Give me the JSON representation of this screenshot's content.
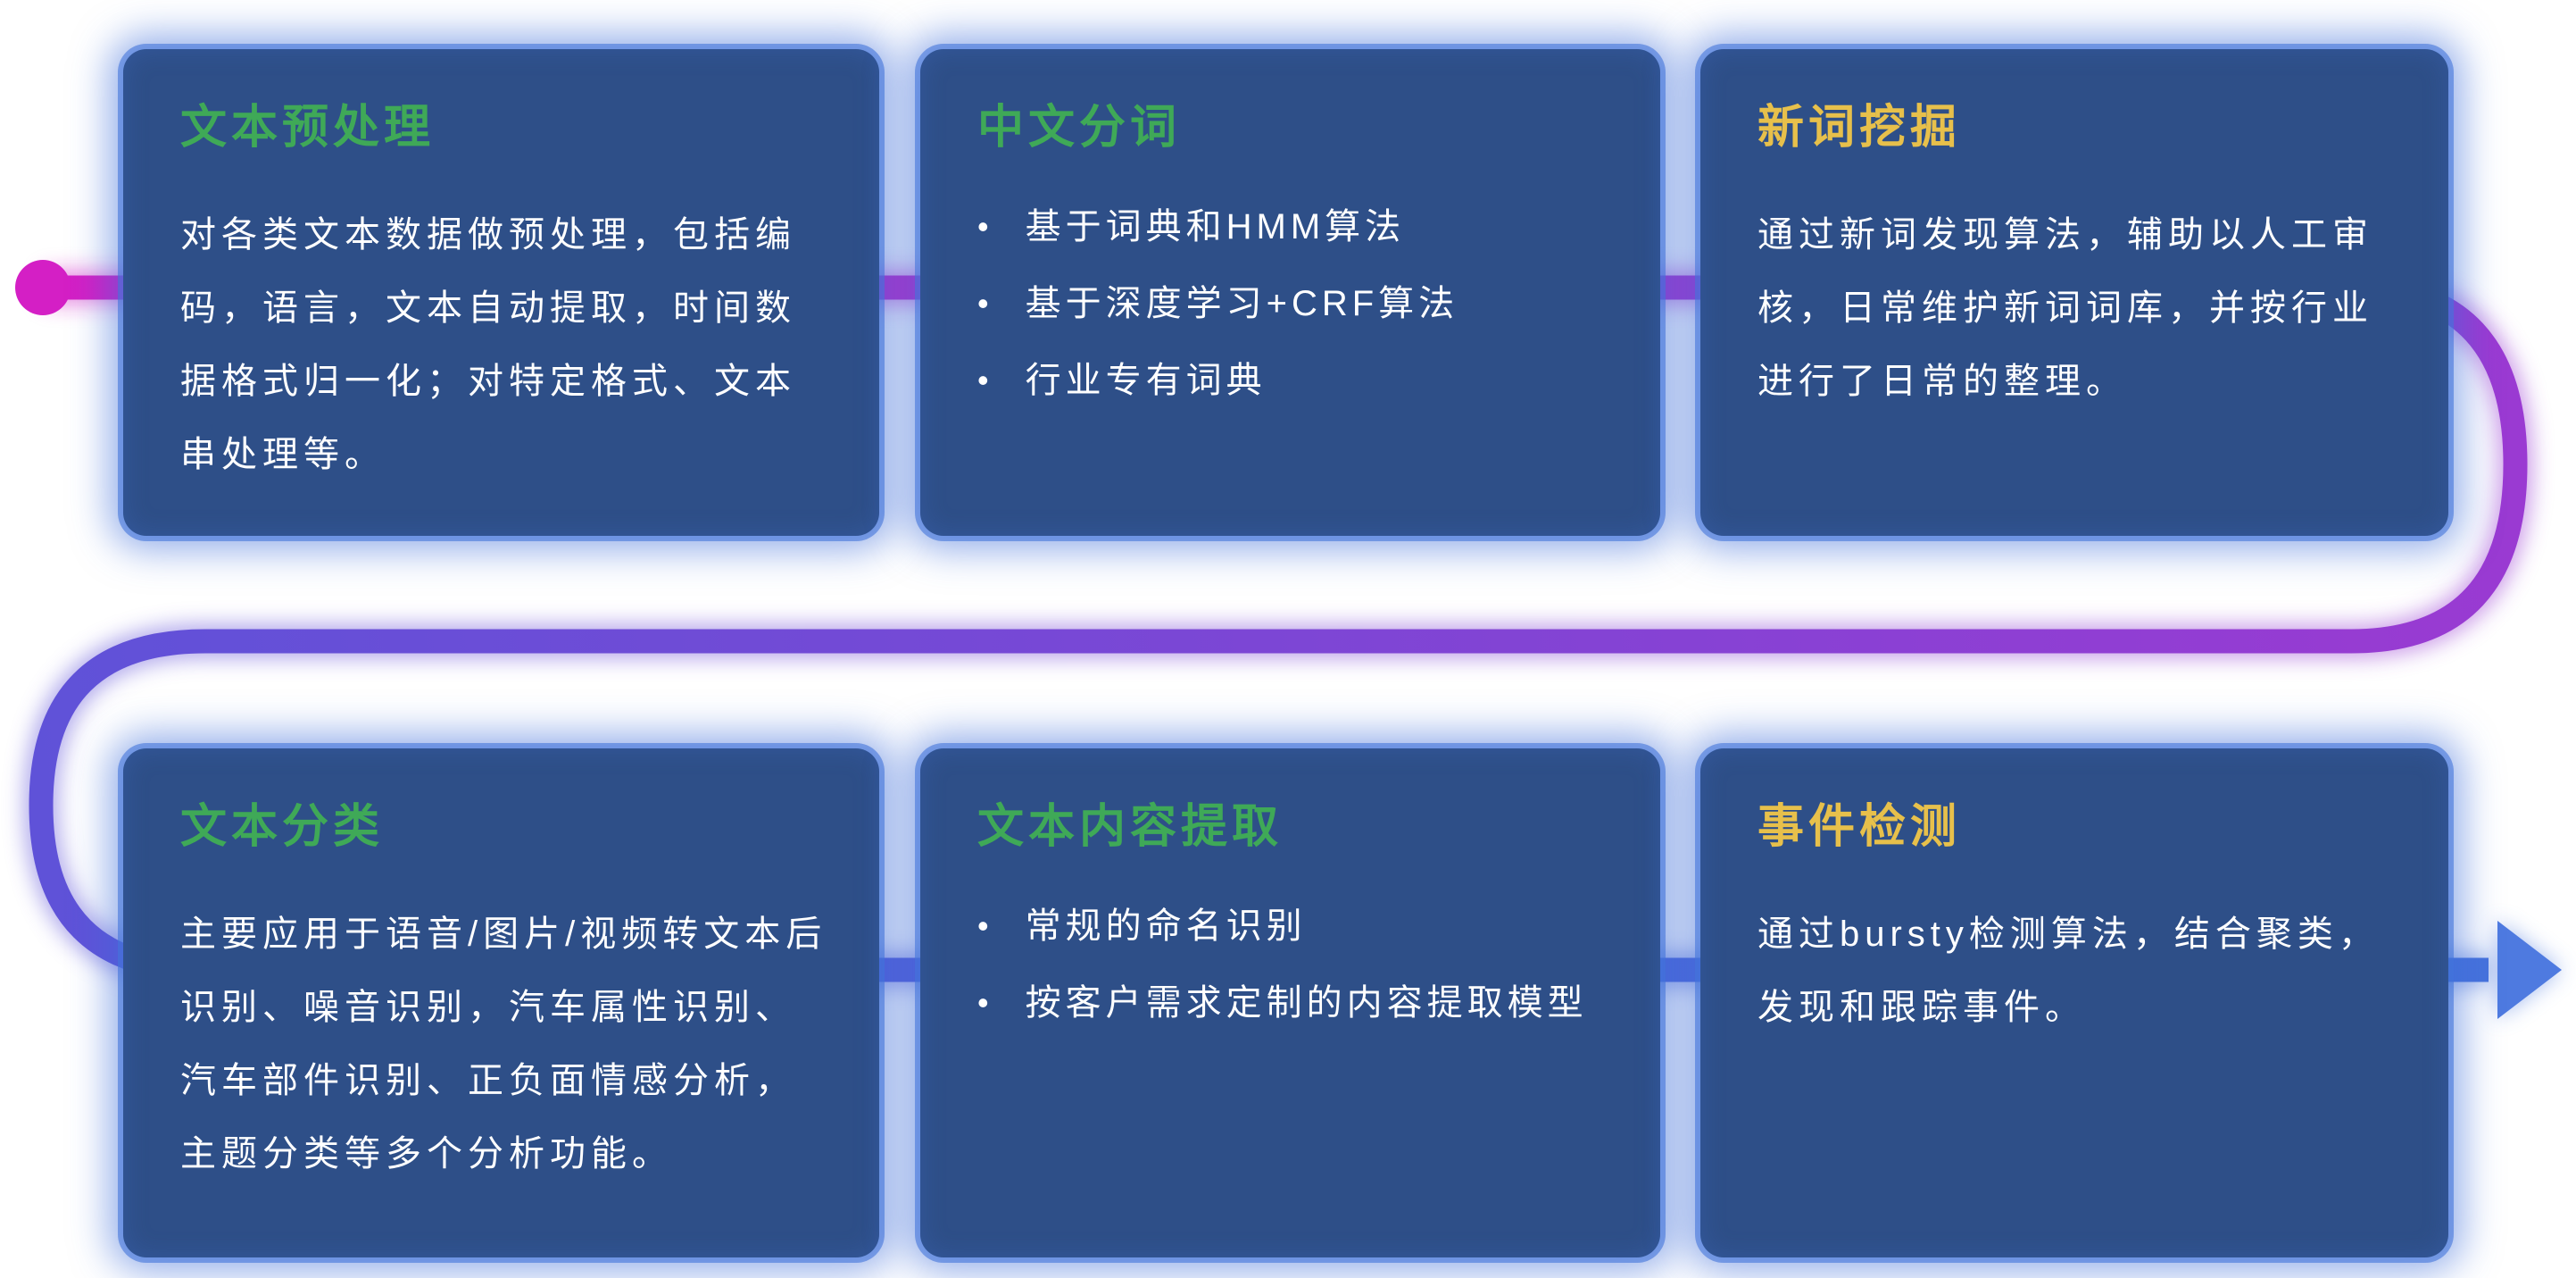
{
  "colors": {
    "card-bg": "#2e4f88",
    "card-glow": "#4273db",
    "title-green": "#3fa957",
    "title-yellow": "#e7c04b",
    "body-text": "#ffffff",
    "line-magenta": "#d41fc5",
    "line-purple": "#9a3ad2",
    "line-indigo": "#5f52d8",
    "line-blue": "#4672dc",
    "arrow-blue": "#4e7ae0"
  },
  "cards": [
    {
      "title": "文本预处理",
      "body": "对各类文本数据做预处理，包括编码，语言，文本自动提取，时间数据格式归一化；对特定格式、文本串处理等。"
    },
    {
      "title": "中文分词",
      "bullets": [
        "基于词典和HMM算法",
        "基于深度学习+CRF算法",
        "行业专有词典"
      ]
    },
    {
      "title": "新词挖掘",
      "body": "通过新词发现算法，辅助以人工审核，日常维护新词词库，并按行业进行了日常的整理。"
    },
    {
      "title": "文本分类",
      "body": "主要应用于语音/图片/视频转文本后识别、噪音识别，汽车属性识别、汽车部件识别、正负面情感分析，主题分类等多个分析功能。"
    },
    {
      "title": "文本内容提取",
      "bullets": [
        "常规的命名识别",
        "按客户需求定制的内容提取模型"
      ]
    },
    {
      "title": "事件检测",
      "body": "通过bursty检测算法，结合聚类，发现和跟踪事件。"
    }
  ]
}
